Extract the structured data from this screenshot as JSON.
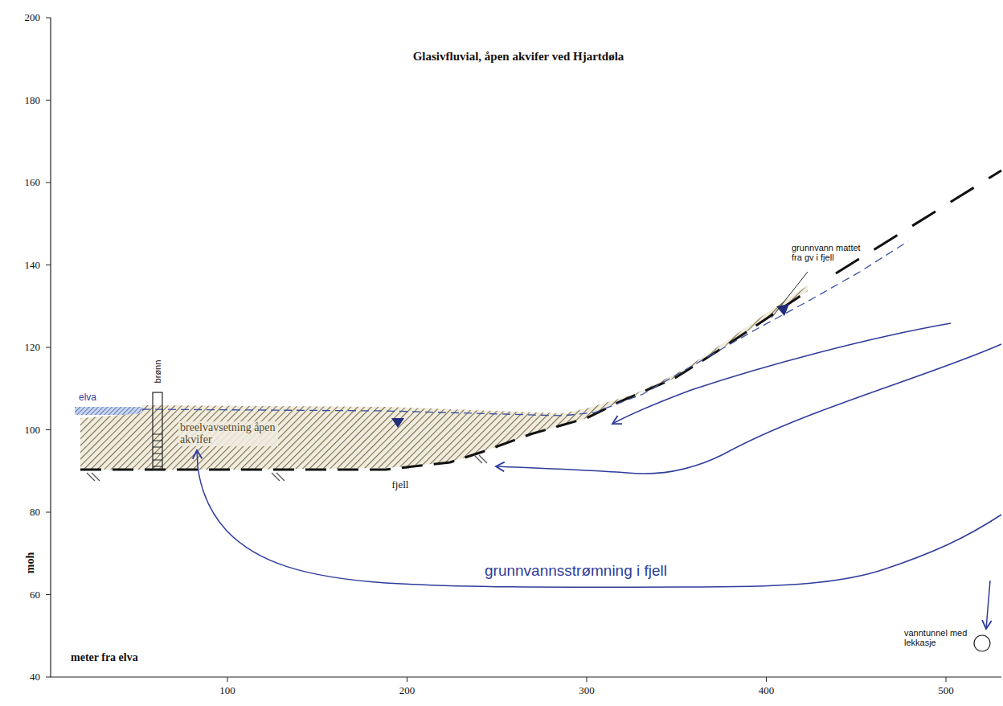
{
  "diagram": {
    "title": "Glasivfluvial, åpen akvifer ved Hjartdøla",
    "labels": [
      "200",
      "180",
      "160",
      "140",
      "120",
      "100",
      "80",
      "60",
      "40",
      "100",
      "200",
      "300",
      "400",
      "500",
      "moh",
      "meter fra elva",
      "elva",
      "brønn",
      "breelvavsetning åpen akvifer",
      "fjell",
      "grunnvann mattet fra gv i fjell",
      "grunnvannsstrømning i fjell",
      "vanntunnel med lekkasje"
    ]
  }
}
